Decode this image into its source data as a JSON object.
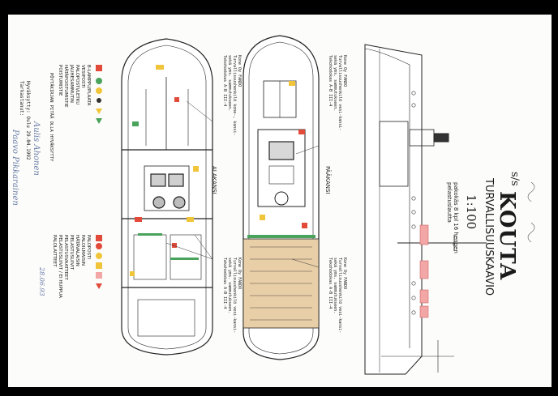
{
  "title": {
    "ship_prefix": "s/s",
    "ship_name": "KOUTA",
    "plan_name": "TURVALLISUUSKAAVIO",
    "scale": "1:100",
    "line1": "pakokäs 8 kpl 16 hengen",
    "line2": "pelastuslautta"
  },
  "deck_labels": {
    "lower": "ALAKANSI",
    "upper": "PÄÄKANSI"
  },
  "notes": {
    "note_top_left": [
      "Kone  Oy FANDO",
      "Turvallisuushenkilö kone-, kansi-",
      "sekä yms. sammutukseen.",
      "Tekohodokas A-B III-4"
    ],
    "note_top_mid": [
      "Kone  Oy FANDO",
      "Turvallisuushenkilö vesi-kansi-",
      "sekä yms. sammutukseen.",
      "Tekohodokas A-B III-4"
    ],
    "note_bottom_left": [
      "Kone  Oy FANDO",
      "Turvallisuushenkilö vesi-kansi-",
      "sekä yms. sammutukseen.",
      "Tekohodokas A-B III-4"
    ],
    "note_bottom_mid": [
      "Kone  Oy FANDO",
      "Turvallisuushenkilö vesi-kansi-",
      "sekä yms. sammutukseen.",
      "Tekohodokas A-B III-4"
    ]
  },
  "legend": {
    "group1": [
      "B-LAMPPU/PLAATA",
      "VESIPOSTI",
      "PALOPOSTI/LETKU",
      "JAUHESAMMUTIN",
      "HÄTÄPOISTUMISTIE",
      "POISTUMISTIE"
    ],
    "group2": [
      "PALOPOSTI",
      "PALOILMAISIN",
      "HÄTÄVALAISIN",
      "PELASTUSLIIVIT",
      "PELASTUSVAATTEET",
      "PELASTUSLIIVIT / EI HUPPUA",
      "PALOLAITTEET"
    ],
    "footer_left": "PÖYTÄKIRJAN PITÄÄ OLLA HYVÄKSYTTY",
    "approved": "Hyväksytty: Oulu 29.04.1992",
    "checked": "Tarkastanut:"
  },
  "handwriting": {
    "sig1": "Aulis Ahonen",
    "sig2": "Paavo Pikkarainen",
    "stamp_text": "28.06.93"
  },
  "colors": {
    "paper": "#fcfcfa",
    "ink": "#1a1a1a",
    "fire_red": "#e24a3a",
    "safety_yellow": "#f0c53a",
    "green": "#4aa35a",
    "wood": "#d7b48a",
    "lifeboat_pink": "#f2a6a6",
    "hand_blue": "#6a7da8"
  }
}
